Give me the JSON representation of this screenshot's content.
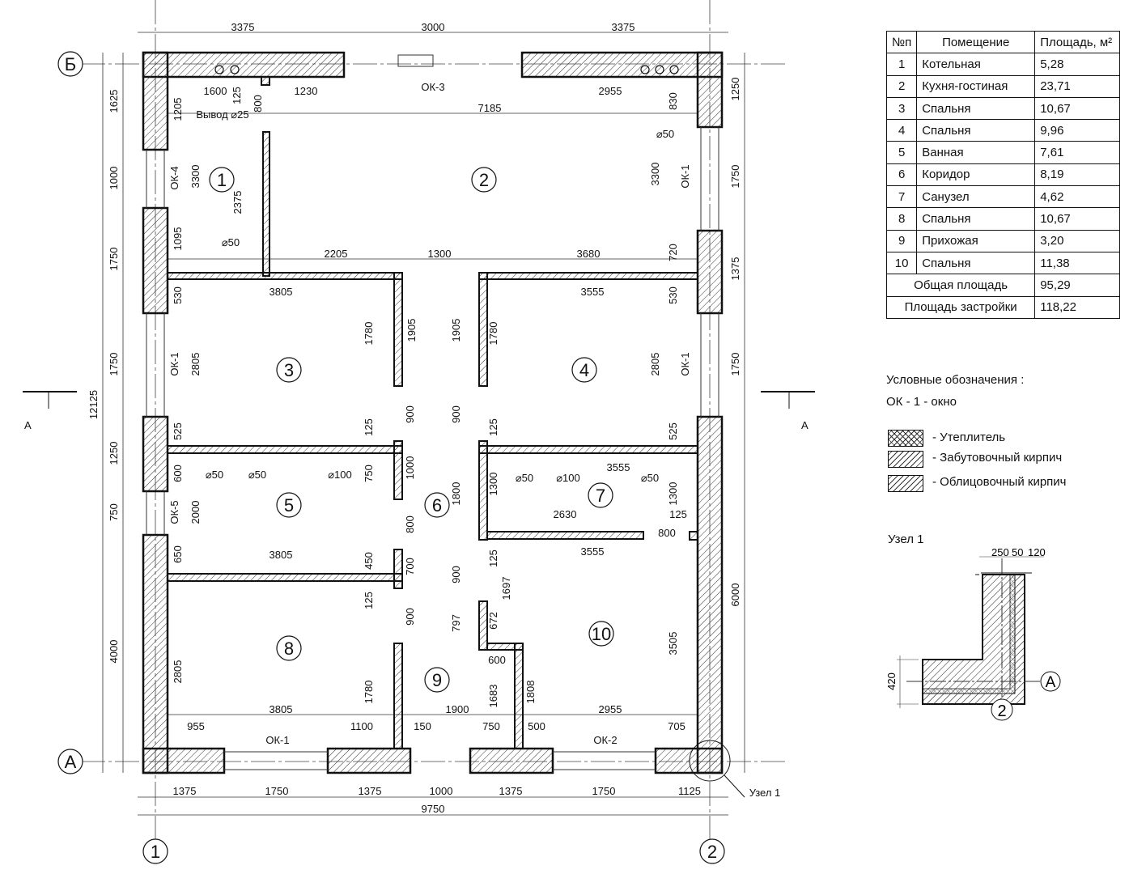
{
  "table": {
    "headers": {
      "num": "№п",
      "room": "Помещение",
      "area": "Площадь, м²"
    },
    "rows": [
      {
        "n": "1",
        "name": "Котельная",
        "area": "5,28"
      },
      {
        "n": "2",
        "name": "Кухня-гостиная",
        "area": "23,71"
      },
      {
        "n": "3",
        "name": "Спальня",
        "area": "10,67"
      },
      {
        "n": "4",
        "name": "Спальня",
        "area": "9,96"
      },
      {
        "n": "5",
        "name": "Ванная",
        "area": "7,61"
      },
      {
        "n": "6",
        "name": "Коридор",
        "area": "8,19"
      },
      {
        "n": "7",
        "name": "Санузел",
        "area": "4,62"
      },
      {
        "n": "8",
        "name": "Спальня",
        "area": "10,67"
      },
      {
        "n": "9",
        "name": "Прихожая",
        "area": "3,20"
      },
      {
        "n": "10",
        "name": "Спальня",
        "area": "11,38"
      }
    ],
    "total_label": "Общая площадь",
    "total": "95,29",
    "built_label": "Площадь застройки",
    "built": "118,22"
  },
  "legend": {
    "title": "Условные обозначения :",
    "window": "ОК - 1  - окно",
    "items": [
      "- Утеплитель",
      "- Забутовочный кирпич",
      "- Облицовочный кирпич"
    ]
  },
  "node": {
    "title": "Узел 1",
    "dims": [
      "250",
      "50",
      "120",
      "420"
    ],
    "axis_a": "А",
    "axis_2": "2"
  },
  "axes": {
    "b": "Б",
    "a": "А",
    "one": "1",
    "two": "2",
    "section_left": "А",
    "section_right": "А"
  },
  "rooms": [
    "1",
    "2",
    "3",
    "4",
    "5",
    "6",
    "7",
    "8",
    "9",
    "10"
  ],
  "plan": {
    "labels": [
      "3375",
      "3000",
      "3375",
      "1600",
      "125",
      "800",
      "1230",
      "ОК-3",
      "2955",
      "830",
      "7185",
      "1205",
      "Вывод ⌀25",
      "⌀50",
      "1625",
      "1000",
      "1750",
      "1750",
      "1250",
      "750",
      "4000",
      "12125",
      "1250",
      "1750",
      "1375",
      "1750",
      "6000",
      "ОК-4",
      "3300",
      "2375",
      "1095",
      "⌀50",
      "530",
      "ОК-1",
      "2805",
      "525",
      "600",
      "ОК-5",
      "2000",
      "650",
      "2805",
      "2205",
      "1300",
      "3680",
      "3805",
      "3555",
      "720",
      "530",
      "3300",
      "ОК-1",
      "1780",
      "1905",
      "1905",
      "1780",
      "2805",
      "ОК-1",
      "900",
      "900",
      "125",
      "125",
      "525",
      "⌀50",
      "⌀50",
      "⌀100",
      "750",
      "1000",
      "1800",
      "1300",
      "⌀50",
      "⌀100",
      "3555",
      "⌀50",
      "1300",
      "2630",
      "125",
      "800",
      "800",
      "3805",
      "450",
      "700",
      "125",
      "3555",
      "900",
      "1697",
      "125",
      "900",
      "797",
      "672",
      "600",
      "3505",
      "1780",
      "1683",
      "1808",
      "3805",
      "1900",
      "2955",
      "955",
      "1100",
      "150",
      "750",
      "500",
      "705",
      "ОК-1",
      "ОК-2",
      "1375",
      "1750",
      "1375",
      "1000",
      "1375",
      "1750",
      "1125",
      "9750",
      "Узел 1"
    ]
  }
}
